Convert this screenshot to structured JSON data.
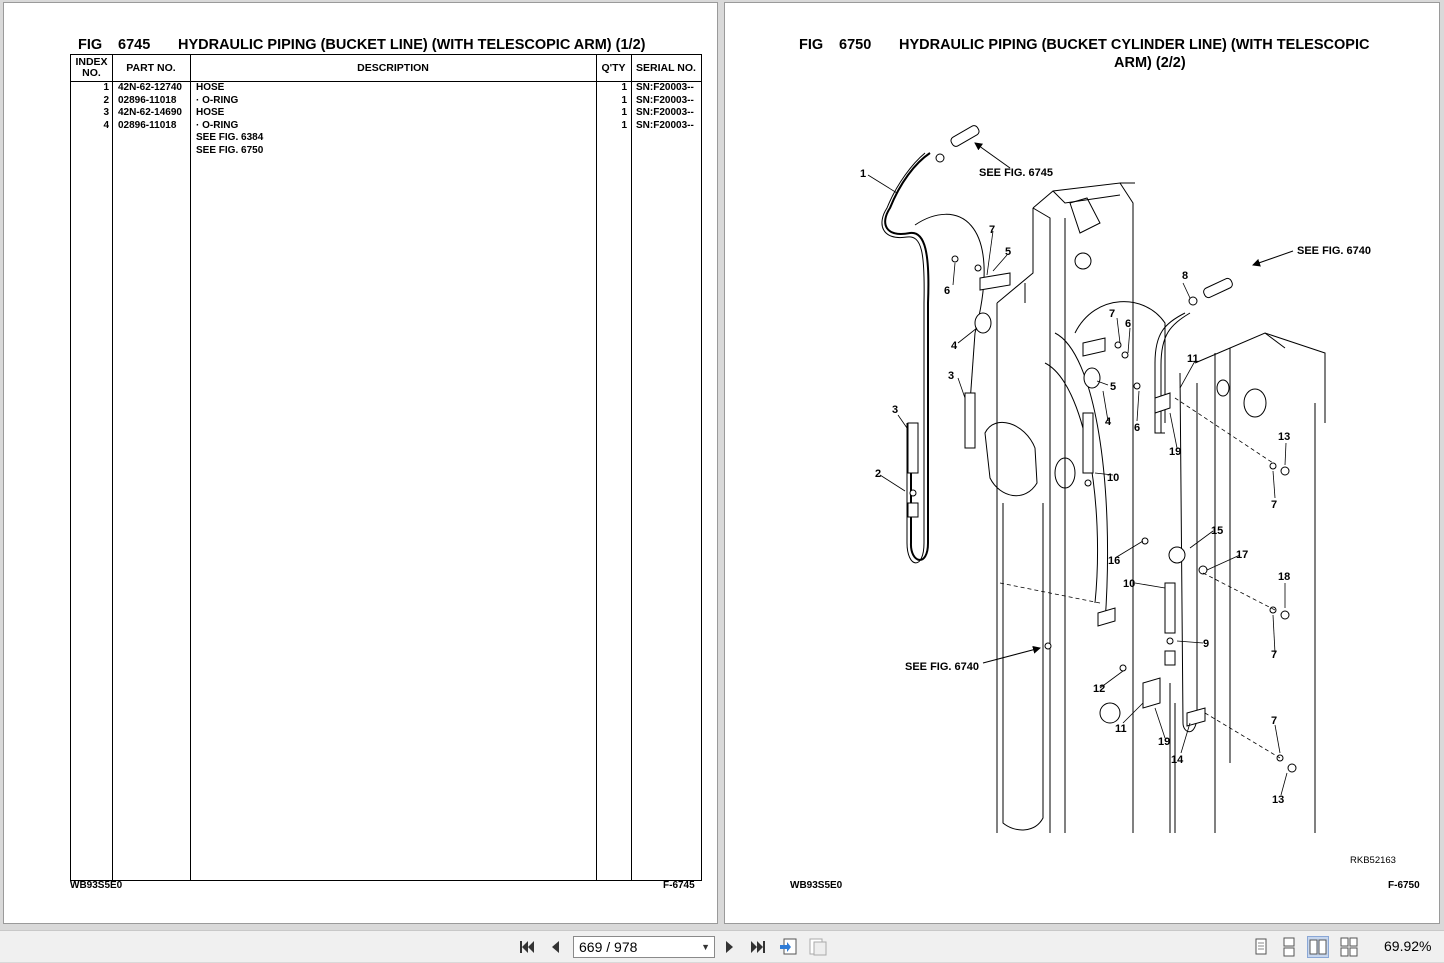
{
  "left_page": {
    "fig_label": "FIG",
    "fig_number": "6745",
    "fig_title": "HYDRAULIC PIPING (BUCKET LINE) (WITH TELESCOPIC ARM) (1/2)",
    "table": {
      "headers": {
        "index_line1": "INDEX",
        "index_line2": "NO.",
        "part_no": "PART NO.",
        "description": "DESCRIPTION",
        "qty": "Q'TY",
        "serial_no": "SERIAL NO."
      },
      "rows": [
        {
          "index": "1",
          "part": "42N-62-12740",
          "desc": "HOSE",
          "qty": "1",
          "serial": "SN:F20003--"
        },
        {
          "index": "2",
          "part": "02896-11018",
          "desc": "·  O-RING",
          "qty": "1",
          "serial": "SN:F20003--"
        },
        {
          "index": "3",
          "part": "42N-62-14690",
          "desc": "HOSE",
          "qty": "1",
          "serial": "SN:F20003--"
        },
        {
          "index": "4",
          "part": "02896-11018",
          "desc": "·  O-RING",
          "qty": "1",
          "serial": "SN:F20003--"
        },
        {
          "index": "",
          "part": "",
          "desc": "SEE FIG. 6384",
          "qty": "",
          "serial": ""
        },
        {
          "index": "",
          "part": "",
          "desc": "SEE FIG. 6750",
          "qty": "",
          "serial": ""
        }
      ]
    },
    "footer_left": "WB93S5E0",
    "footer_right": "F-6745"
  },
  "right_page": {
    "fig_label": "FIG",
    "fig_number": "6750",
    "fig_title_line1": "HYDRAULIC PIPING (BUCKET CYLINDER LINE) (WITH TELESCOPIC",
    "fig_title_line2": "ARM) (2/2)",
    "callouts": {
      "see_6745": "SEE FIG. 6745",
      "see_6740_top": "SEE FIG. 6740",
      "see_6740_bottom": "SEE FIG. 6740",
      "l1": "1",
      "l2": "2",
      "l3a": "3",
      "l3b": "3",
      "l4a": "4",
      "l4b": "4",
      "l5a": "5",
      "l5b": "5",
      "l6a": "6",
      "l6b": "6",
      "l6c": "6",
      "l7a": "7",
      "l7b": "7",
      "l7c": "7",
      "l7d": "7",
      "l7e": "7",
      "l8": "8",
      "l9": "9",
      "l10a": "10",
      "l10b": "10",
      "l11a": "11",
      "l11b": "11",
      "l12": "12",
      "l13a": "13",
      "l13b": "13",
      "l14": "14",
      "l15": "15",
      "l16": "16",
      "l17": "17",
      "l18": "18",
      "l19a": "19",
      "l19b": "19"
    },
    "drawing_code": "RKB52163",
    "footer_left": "WB93S5E0",
    "footer_right": "F-6750"
  },
  "toolbar": {
    "first_page_icon": "first-page-icon",
    "prev_page_icon": "prev-page-icon",
    "page_display": "669 / 978",
    "next_page_icon": "next-page-icon",
    "last_page_icon": "last-page-icon",
    "zoom": "69.92%"
  }
}
